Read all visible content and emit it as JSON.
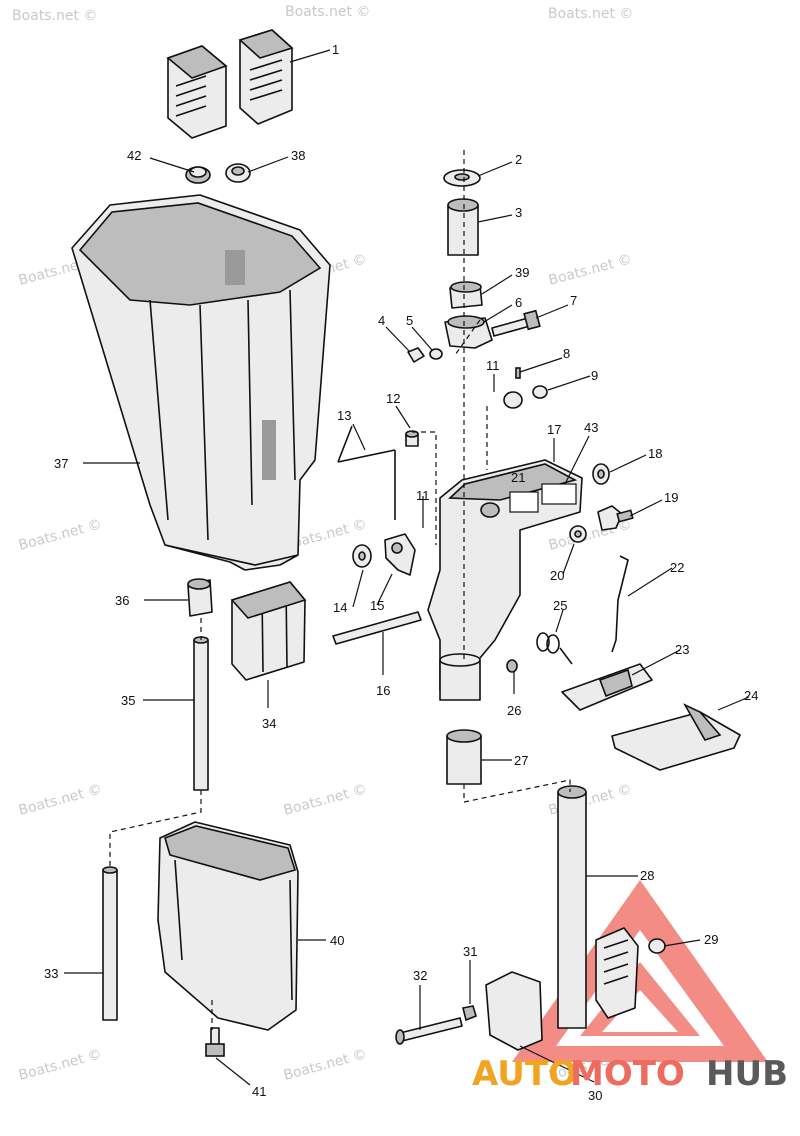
{
  "watermark_text": "Boats.net ©",
  "logo": {
    "part1": "AUTO",
    "part2": "MOTO",
    "part3": "HUB"
  },
  "part_labels": {
    "p1": "1",
    "p2": "2",
    "p3": "3",
    "p4": "4",
    "p5": "5",
    "p6": "6",
    "p7": "7",
    "p8": "8",
    "p9": "9",
    "p11a": "11",
    "p11b": "11",
    "p12": "12",
    "p13": "13",
    "p14": "14",
    "p15": "15",
    "p16": "16",
    "p17": "17",
    "p18": "18",
    "p19": "19",
    "p20": "20",
    "p21": "21",
    "p22": "22",
    "p23": "23",
    "p24": "24",
    "p25": "25",
    "p26": "26",
    "p27": "27",
    "p28": "28",
    "p29": "29",
    "p30": "30",
    "p31": "31",
    "p32": "32",
    "p33": "33",
    "p34": "34",
    "p35": "35",
    "p36": "36",
    "p37": "37",
    "p38": "38",
    "p39": "39",
    "p40": "40",
    "p41": "41",
    "p42": "42",
    "p43": "43"
  }
}
